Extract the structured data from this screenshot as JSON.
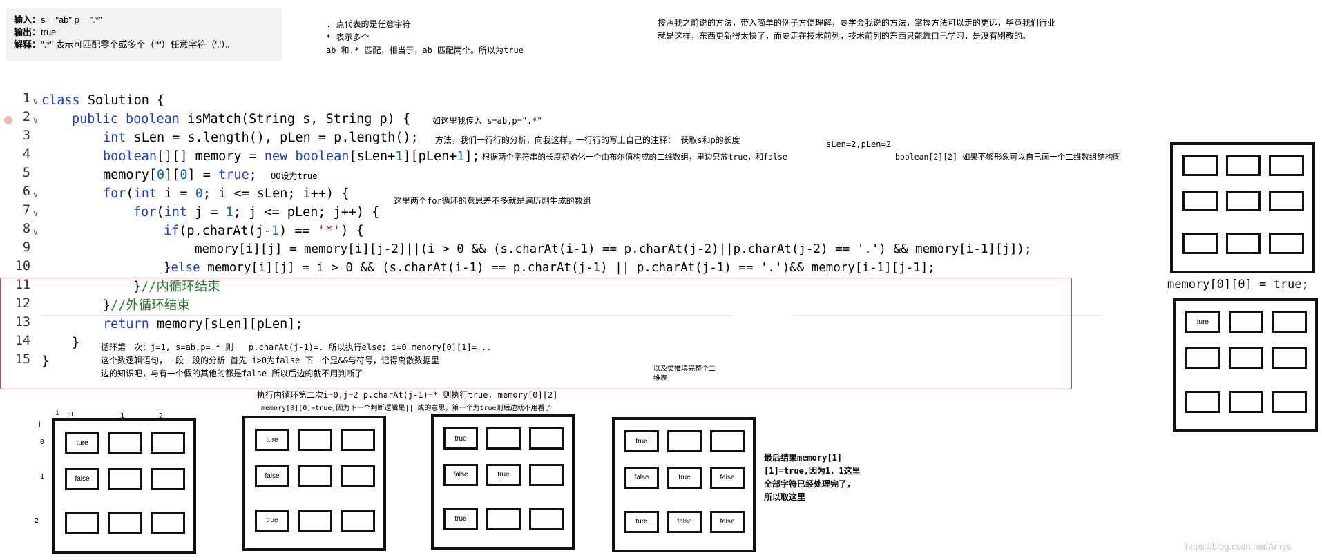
{
  "problem": {
    "input_label": "输入：",
    "input_value": "s = \"ab\" p = \".*\"",
    "output_label": "输出：",
    "output_value": "true",
    "explain_label": "解释：",
    "explain_value": "\".*\" 表示可匹配零个或多个（'*'）任意字符（'.'）。"
  },
  "notes": {
    "dot_stars": ". 点代表的是任意字符\n* 表示多个\nab 和.* 匹配，相当于，ab 匹配两个。所以为true",
    "method": "按照我之前说的方法，带入简单的例子方便理解，要学会我说的方法，掌握方法可以走的更远，毕竟我们行业\n就是这样，东西更新得太快了，而要走在技术前列，技术前列的东西只能靠自己学习，是没有别教的。",
    "pass_in": "如这里我传入 s=ab,p=\".*\"",
    "method2": "方法，我们一行行的分析，向我这样，一行行的写上自己的注释： 获取s和p的长度",
    "slen": "sLen=2,pLen=2",
    "init": "根据两个字符串的长度初始化一个由布尔值构成的二维数组，里边只放true，和false",
    "boolean22": "boolean[2][2] 如果不够形象可以自己画一个二维数组结构图",
    "oo": "OO设为true",
    "loops": "这里两个for循环的意思差不多就是遍历刚生成的数组",
    "loop_first": "循环第一次：j=1, s=ab,p=.* 则   p.charAt(j-1)=. 所以执行else; i=0 menory[0][1]=...\n这个数逻辑语句，一段一段的分析 首先 i>0为false 下一个是&&与符号，记得离散数据里\n边的知识吧，与有一个假的其他的都是false 所以后边的就不用判断了",
    "fill_rest": "以及类推填完整个二\n维表",
    "second_loop": "执行内循环第二次i=0,j=2 p.charAt(j-1)=* 则执行true, memory[0][2]",
    "second_loop_sub": "memory[0][0]=true,因为下一个判断逻辑是|| 或的意思，第一个为true则后边就不用看了",
    "final": "最后结果memory[1]\n[1]=true,因为1，1这里\n全部字符已经处理完了，\n所以取这里",
    "memory00": "memory[0][0] = true;"
  },
  "code": {
    "lines": [
      {
        "n": "1"
      },
      {
        "n": "2"
      },
      {
        "n": "3"
      },
      {
        "n": "4"
      },
      {
        "n": "5"
      },
      {
        "n": "6"
      },
      {
        "n": "7"
      },
      {
        "n": "8"
      },
      {
        "n": "9"
      },
      {
        "n": "10"
      },
      {
        "n": "11"
      },
      {
        "n": "12"
      },
      {
        "n": "13"
      },
      {
        "n": "14"
      },
      {
        "n": "15"
      }
    ],
    "t1a": "class",
    "t1b": " Solution {",
    "t2a": "public",
    "t2b": " ",
    "t2c": "boolean",
    "t2d": " isMatch(String s, String p) {",
    "t3a": "int",
    "t3b": " sLen = s.length(), pLen = p.length();",
    "t4a": "boolean",
    "t4b": "[][] memory = ",
    "t4c": "new",
    "t4d": " ",
    "t4e": "boolean",
    "t4f": "[sLen+",
    "t4g": "1",
    "t4h": "][pLen+",
    "t4i": "1",
    "t4j": "];",
    "t5a": "memory[",
    "t5b": "0",
    "t5c": "][",
    "t5d": "0",
    "t5e": "] = ",
    "t5f": "true",
    "t5g": ";",
    "t6a": "for",
    "t6b": "(",
    "t6c": "int",
    "t6d": " i = ",
    "t6e": "0",
    "t6f": "; i <= sLen; i++) {",
    "t7a": "for",
    "t7b": "(",
    "t7c": "int",
    "t7d": " j = ",
    "t7e": "1",
    "t7f": "; j <= pLen; j++) {",
    "t8a": "if",
    "t8b": "(p.charAt(j-",
    "t8c": "1",
    "t8d": ") == ",
    "t8e": "'*'",
    "t8f": ") {",
    "t9": "memory[i][j] = memory[i][j-2]||(i > 0 && (s.charAt(i-1) == p.charAt(j-2)||p.charAt(j-2) == '.') && memory[i-1][j]);",
    "t10a": "}",
    "t10b": "else",
    "t10c": " memory[i][j] = i > 0 && (s.charAt(i-1) == p.charAt(j-1) || p.charAt(j-1) == '.')&& memory[i-1][j-1];",
    "t11a": "}",
    "t11b": "//内循环结束",
    "t12a": "}",
    "t12b": "//外循环结束",
    "t13a": "return",
    "t13b": " memory[sLen][pLen];",
    "t14": "}",
    "t15": "}"
  },
  "grids": {
    "g1": {
      "cells": [
        "ture",
        "",
        "",
        "false",
        "",
        "",
        "",
        "",
        ""
      ]
    },
    "g2": {
      "cells": [
        "ture",
        "",
        "",
        "false",
        "",
        "",
        "true",
        "",
        ""
      ]
    },
    "g3": {
      "cells": [
        "true",
        "",
        "",
        "false",
        "true",
        "",
        "true",
        "",
        ""
      ]
    },
    "g4": {
      "cells": [
        "true",
        "",
        "",
        "false",
        "true",
        "false",
        "ture",
        "false",
        "false"
      ]
    },
    "g5": {
      "cells": [
        "",
        "",
        "",
        "",
        "",
        "",
        "",
        "",
        ""
      ]
    },
    "g6": {
      "cells": [
        "ture",
        "",
        "",
        "",
        "",
        "",
        "",
        "",
        ""
      ]
    },
    "axis_i": "i",
    "axis_j": "j",
    "cols": [
      "0",
      "1",
      "2"
    ],
    "rows": [
      "0",
      "1",
      "2"
    ]
  },
  "watermark": "https://blog.csdn.net/Anrys"
}
